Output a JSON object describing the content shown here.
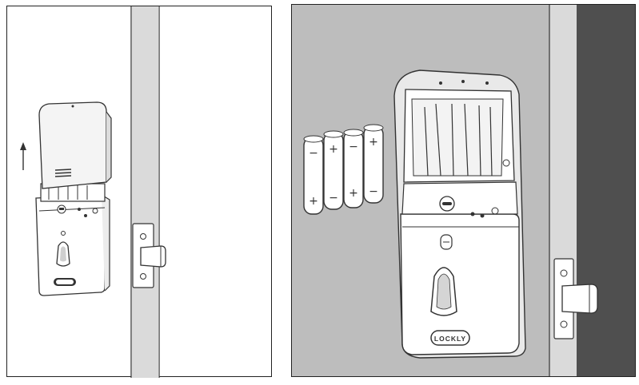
{
  "figure": {
    "steps": [
      {
        "id": "lift-battery-cover",
        "arrow": "up-arrow-icon"
      },
      {
        "id": "insert-batteries"
      }
    ],
    "brand_logo_text": "LOCKLY",
    "battery_count": 4,
    "batteries": [
      {
        "top": "−",
        "bottom": "+"
      },
      {
        "top": "+",
        "bottom": "−"
      },
      {
        "top": "−",
        "bottom": "+"
      },
      {
        "top": "+",
        "bottom": "−"
      }
    ],
    "colors": {
      "line": "#333333",
      "panel_right_bg": "#bdbdbd",
      "door_edge": "#dadada",
      "door_dark": "#4f4f4f",
      "lock_body": "#ffffff"
    }
  }
}
